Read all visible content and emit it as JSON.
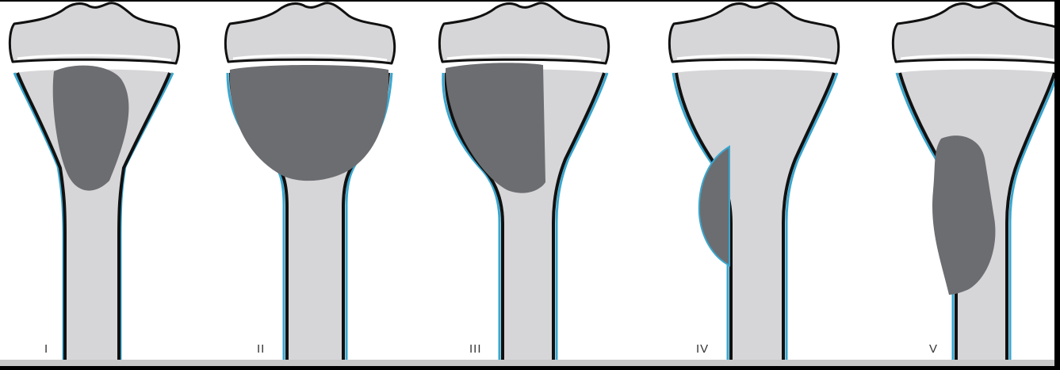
{
  "figure": {
    "panels": [
      {
        "numeral": "I",
        "lesion": "small-central"
      },
      {
        "numeral": "II",
        "lesion": "entire-metaphysis"
      },
      {
        "numeral": "III",
        "lesion": "eccentric-metaphyseal"
      },
      {
        "numeral": "IV",
        "lesion": "cortical-outward"
      },
      {
        "numeral": "V",
        "lesion": "diaphyseal-central"
      }
    ],
    "colors": {
      "bone": "#d6d6d8",
      "lesion": "#6c6d71",
      "outline": "#111111",
      "periosteum": "#3aa7cf"
    }
  }
}
